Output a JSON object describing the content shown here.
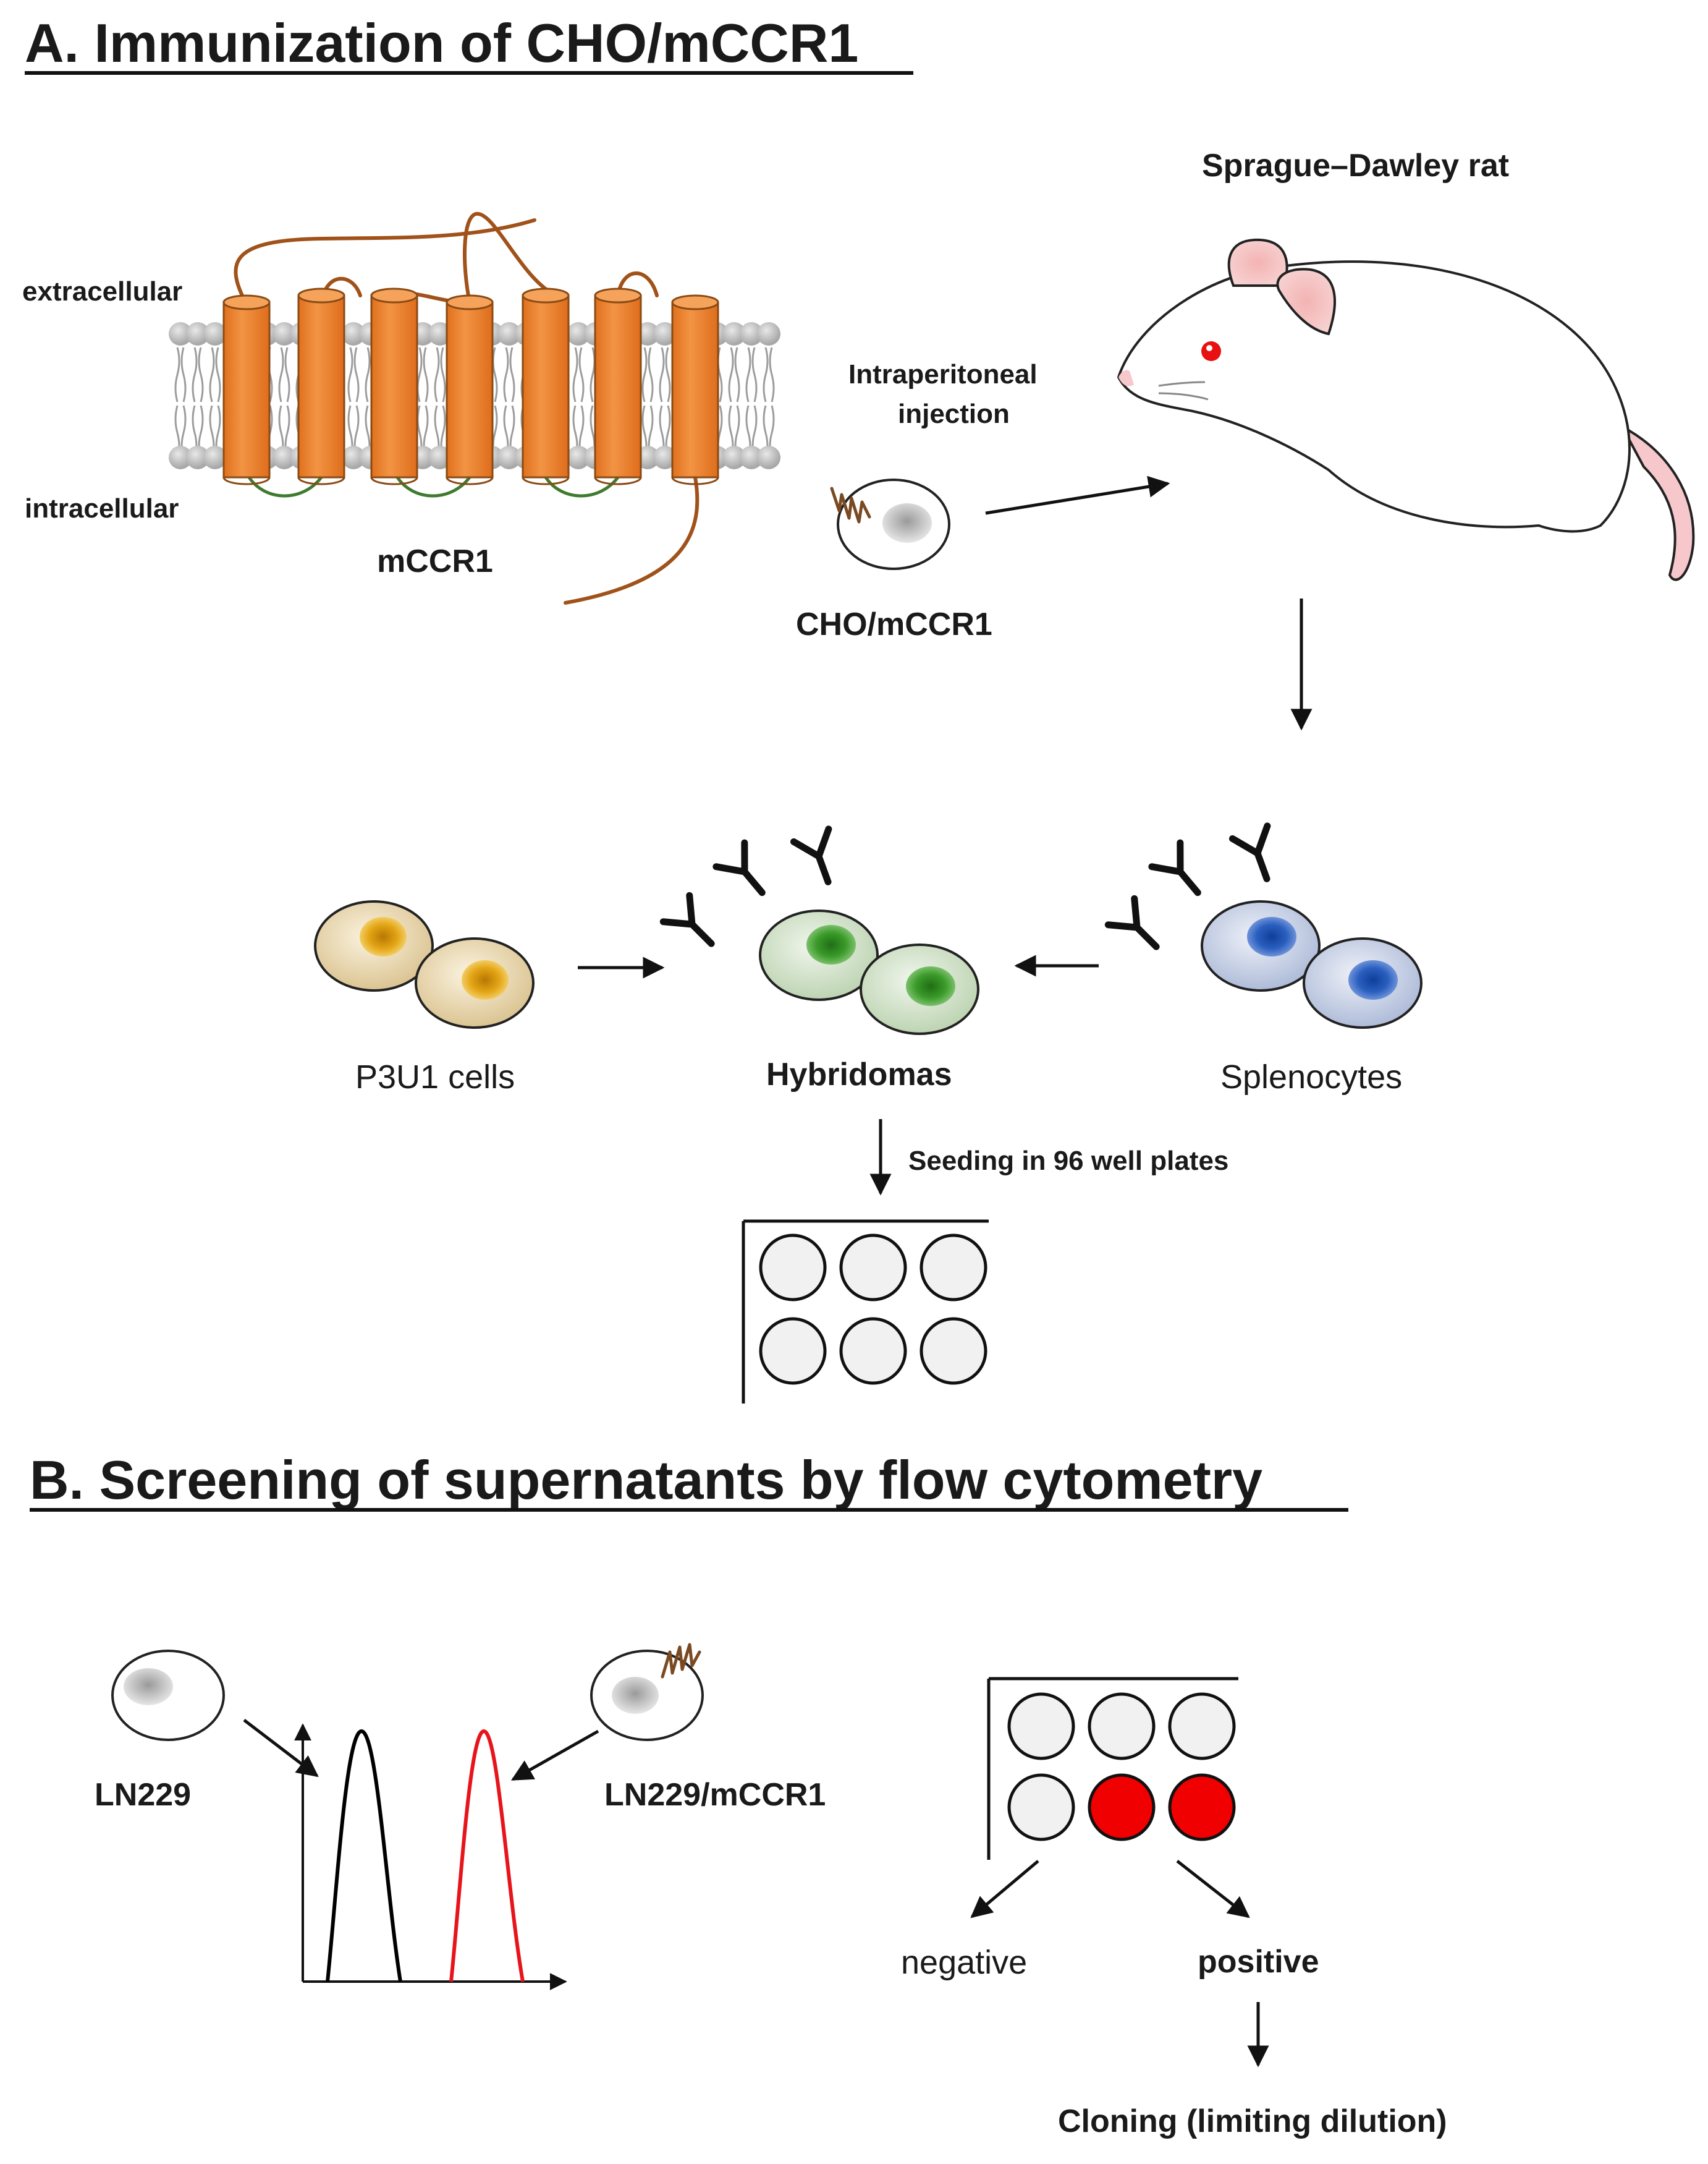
{
  "section_a": {
    "title": "A. Immunization of CHO/mCCR1",
    "label_extracellular": "extracellular",
    "label_intracellular": "intracellular",
    "label_receptor": "mCCR1",
    "label_injection_line1": "Intraperitoneal",
    "label_injection_line2": "injection",
    "label_cho_cell": "CHO/mCCR1",
    "label_rat": "Sprague–Dawley rat",
    "label_p3u1": "P3U1 cells",
    "label_hybridomas": "Hybridomas",
    "label_splenocytes": "Splenocytes",
    "label_seeding": "Seeding in 96 well plates"
  },
  "section_b": {
    "title": "B. Screening of supernatants by flow cytometry",
    "label_ln229": "LN229",
    "label_ln229_mccr1": "LN229/mCCR1",
    "label_negative": "negative",
    "label_positive": "positive",
    "label_cloning": "Cloning (limiting dilution)"
  },
  "colors": {
    "helix": "#ee8233",
    "helix_stroke": "#8a4a14",
    "extracellular_loop": "#a0521a",
    "intracellular_loop": "#3f7a2e",
    "lipid_head": "#bdbdbd",
    "p3u1_nucleus": "#e3a414",
    "hybridoma_nucleus": "#3b9b2a",
    "splenocyte_nucleus": "#2a5fbf",
    "positive_well": "#f00000",
    "histogram_negative": "#000000",
    "histogram_positive": "#e8141c"
  },
  "icons": [
    "rat-illustration",
    "antibody-icon",
    "cell-icon",
    "well-plate-icon",
    "histogram-chart"
  ]
}
